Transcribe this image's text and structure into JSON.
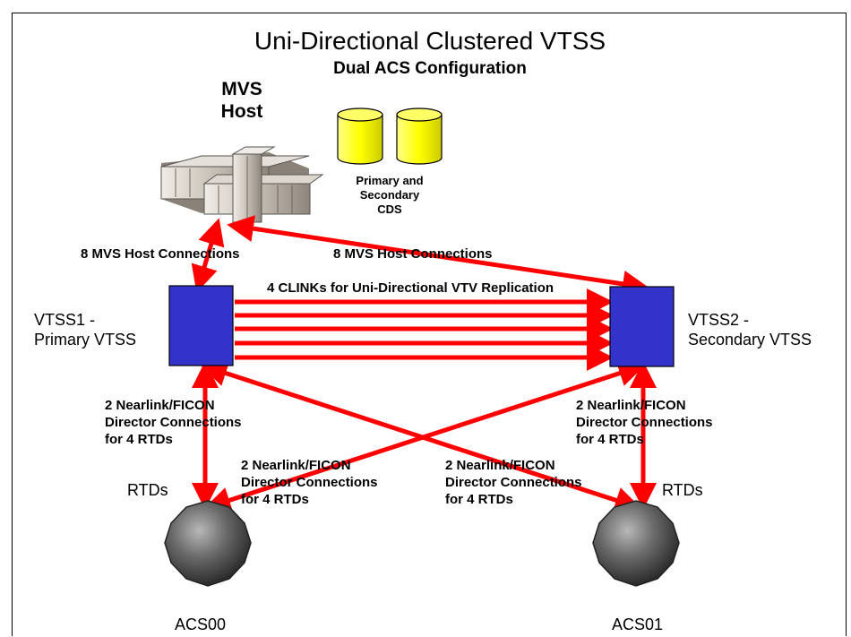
{
  "title": "Uni-Directional Clustered VTSS",
  "subtitle": "Dual ACS Configuration",
  "host_label": [
    "MVS",
    "Host"
  ],
  "cds_label": [
    "Primary and",
    "Secondary",
    "CDS"
  ],
  "host_conn_left": "8 MVS Host Connections",
  "host_conn_right": "8 MVS Host Connections",
  "clinks_label": "4 CLINKs for Uni-Directional VTV Replication",
  "vtss1_label": [
    "VTSS1 -",
    "Primary VTSS"
  ],
  "vtss2_label": [
    "VTSS2 -",
    "Secondary VTSS"
  ],
  "nearlink_left": [
    "2 Nearlink/FICON",
    "Director Connections",
    "for 4 RTDs"
  ],
  "nearlink_right": [
    "2 Nearlink/FICON",
    "Director Connections",
    "for 4 RTDs"
  ],
  "nearlink_cross_left": [
    "2 Nearlink/FICON",
    "Director Connections",
    "for 4 RTDs"
  ],
  "nearlink_cross_right": [
    "2 Nearlink/FICON",
    "Director Connections",
    "for 4 RTDs"
  ],
  "rtds_left": "RTDs",
  "rtds_right": "RTDs",
  "acs0_label": "ACS00",
  "acs1_label": "ACS01",
  "colors": {
    "link": "#ff0000",
    "vtss_fill": "#3333cc",
    "cds_fill": "#ffff00",
    "acs_fill": "#555555",
    "host_fill": "#c9c0b6"
  }
}
